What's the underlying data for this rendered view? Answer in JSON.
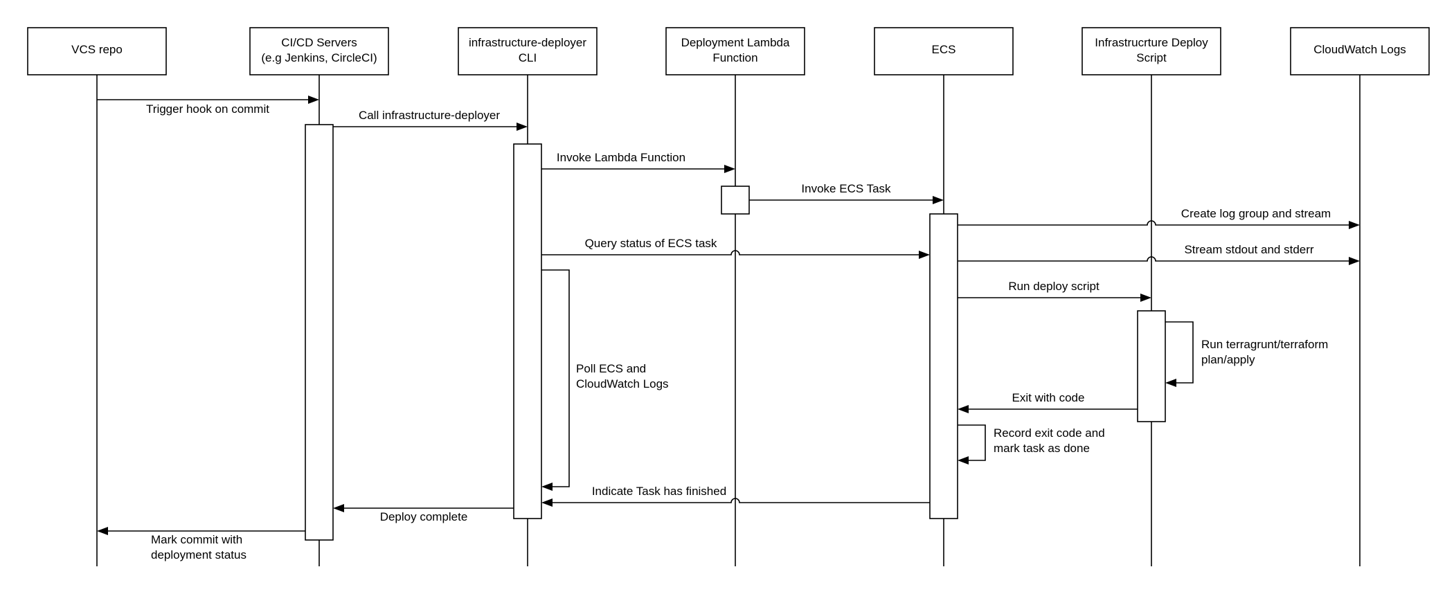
{
  "participants": [
    {
      "id": "vcs",
      "lines": [
        "VCS repo"
      ]
    },
    {
      "id": "ci",
      "lines": [
        "CI/CD Servers",
        "(e.g Jenkins, CircleCI)"
      ]
    },
    {
      "id": "cli",
      "lines": [
        "infrastructure-deployer",
        "CLI"
      ]
    },
    {
      "id": "lambda",
      "lines": [
        "Deployment Lambda",
        "Function"
      ]
    },
    {
      "id": "ecs",
      "lines": [
        "ECS"
      ]
    },
    {
      "id": "script",
      "lines": [
        "Infrastrucrture Deploy",
        "Script"
      ]
    },
    {
      "id": "cw",
      "lines": [
        "CloudWatch Logs"
      ]
    }
  ],
  "messages": [
    {
      "id": "trigger-hook",
      "lines": [
        "Trigger hook on commit"
      ]
    },
    {
      "id": "call-deployer",
      "lines": [
        "Call infrastructure-deployer"
      ]
    },
    {
      "id": "invoke-lambda",
      "lines": [
        "Invoke Lambda Function"
      ]
    },
    {
      "id": "invoke-ecs-task",
      "lines": [
        "Invoke ECS Task"
      ]
    },
    {
      "id": "create-log-group",
      "lines": [
        "Create log group and stream"
      ]
    },
    {
      "id": "query-status",
      "lines": [
        "Query status of ECS task"
      ]
    },
    {
      "id": "stream-output",
      "lines": [
        "Stream stdout and stderr"
      ]
    },
    {
      "id": "run-deploy-script",
      "lines": [
        "Run deploy script"
      ]
    },
    {
      "id": "run-terragrunt",
      "lines": [
        "Run terragrunt/terraform",
        "plan/apply"
      ]
    },
    {
      "id": "exit-code",
      "lines": [
        "Exit with code"
      ]
    },
    {
      "id": "record-exit",
      "lines": [
        "Record exit code and",
        "mark task as done"
      ]
    },
    {
      "id": "poll-ecs",
      "lines": [
        "Poll ECS and",
        "CloudWatch Logs"
      ]
    },
    {
      "id": "task-finished",
      "lines": [
        "Indicate Task has finished"
      ]
    },
    {
      "id": "deploy-complete",
      "lines": [
        "Deploy complete"
      ]
    },
    {
      "id": "mark-commit",
      "lines": [
        "Mark commit with",
        "deployment status"
      ]
    }
  ]
}
